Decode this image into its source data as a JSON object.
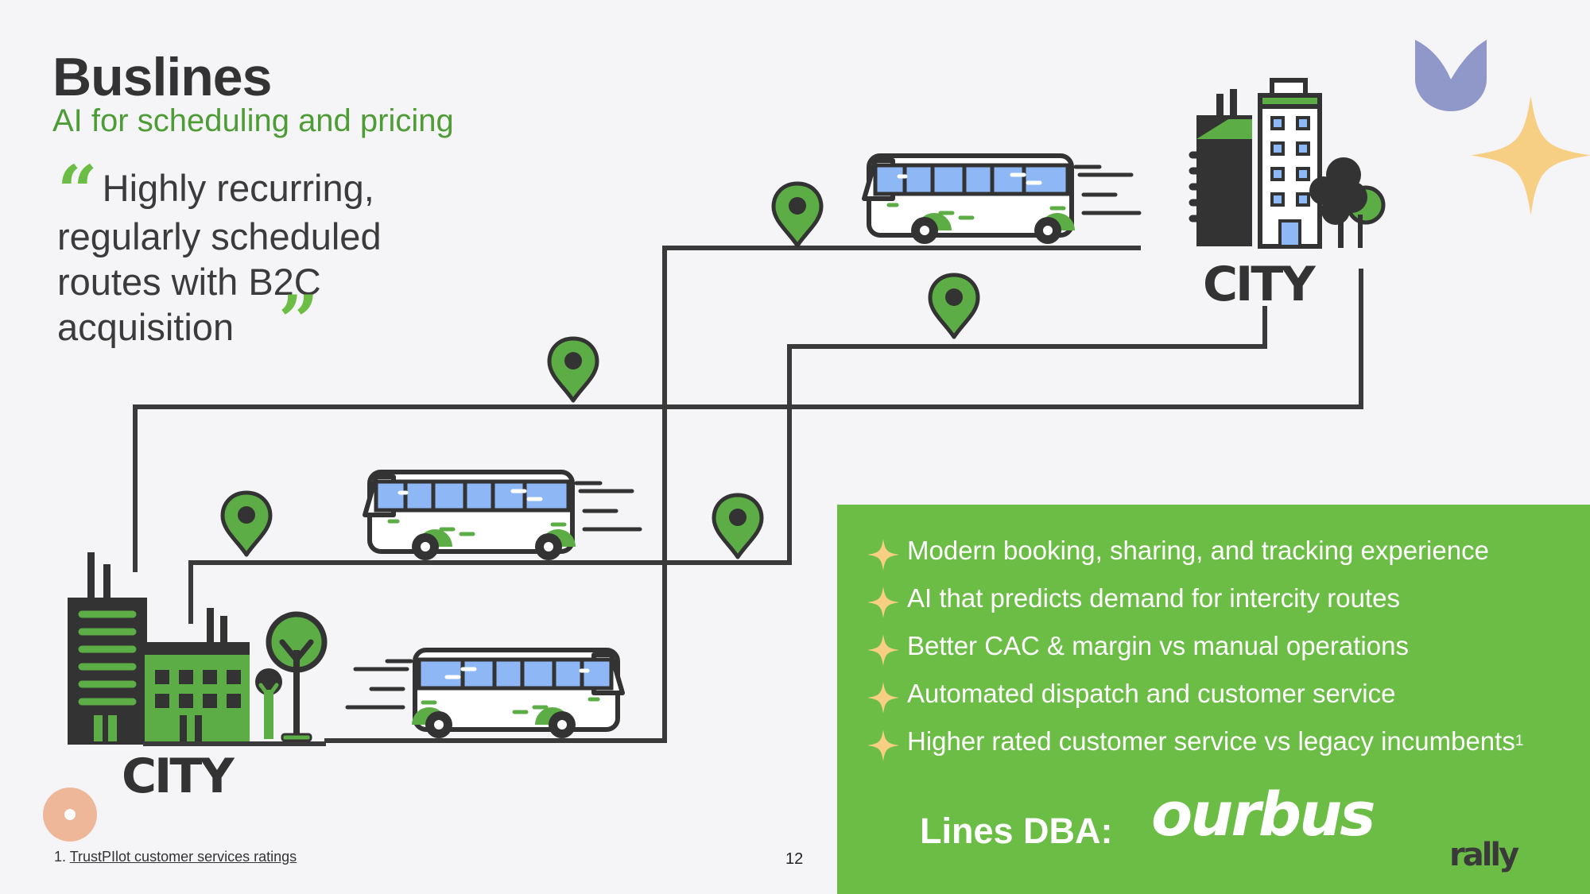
{
  "header": {
    "title": "Buslines",
    "subtitle": "AI for scheduling and pricing"
  },
  "quote": {
    "text": "Highly recurring, regularly scheduled routes with B2C acquisition"
  },
  "map": {
    "city_top_label": "CITY",
    "city_bottom_label": "CITY"
  },
  "panel": {
    "bullets": [
      "Modern booking, sharing, and tracking experience",
      "AI that predicts demand for intercity routes",
      "Better CAC & margin vs manual operations",
      "Automated dispatch and customer service",
      "Higher rated customer service vs legacy incumbents"
    ],
    "last_bullet_footnote_mark": "1",
    "dba_label": "Lines DBA:",
    "brand_logo_text": "ourbus",
    "rally_logo_text": "rally"
  },
  "footer": {
    "footnote_number": "1.",
    "footnote_link": "TrustPIlot customer services ratings",
    "page_number": "12"
  },
  "colors": {
    "accent_green": "#6bbd45",
    "dark_green": "#4e9c35",
    "text_dark": "#333333",
    "background": "#f5f5f7",
    "star_yellow": "#f7cf84",
    "leaf_purple": "#9097c9",
    "dot_peach": "#efb799",
    "bus_window_blue": "#8db8f5"
  },
  "icons": [
    "double-quote-open-icon",
    "double-quote-close-icon",
    "sparkle-star-icon",
    "map-pin-icon",
    "bus-icon",
    "city-buildings-icon",
    "tree-icon",
    "leaf-shape-icon"
  ]
}
